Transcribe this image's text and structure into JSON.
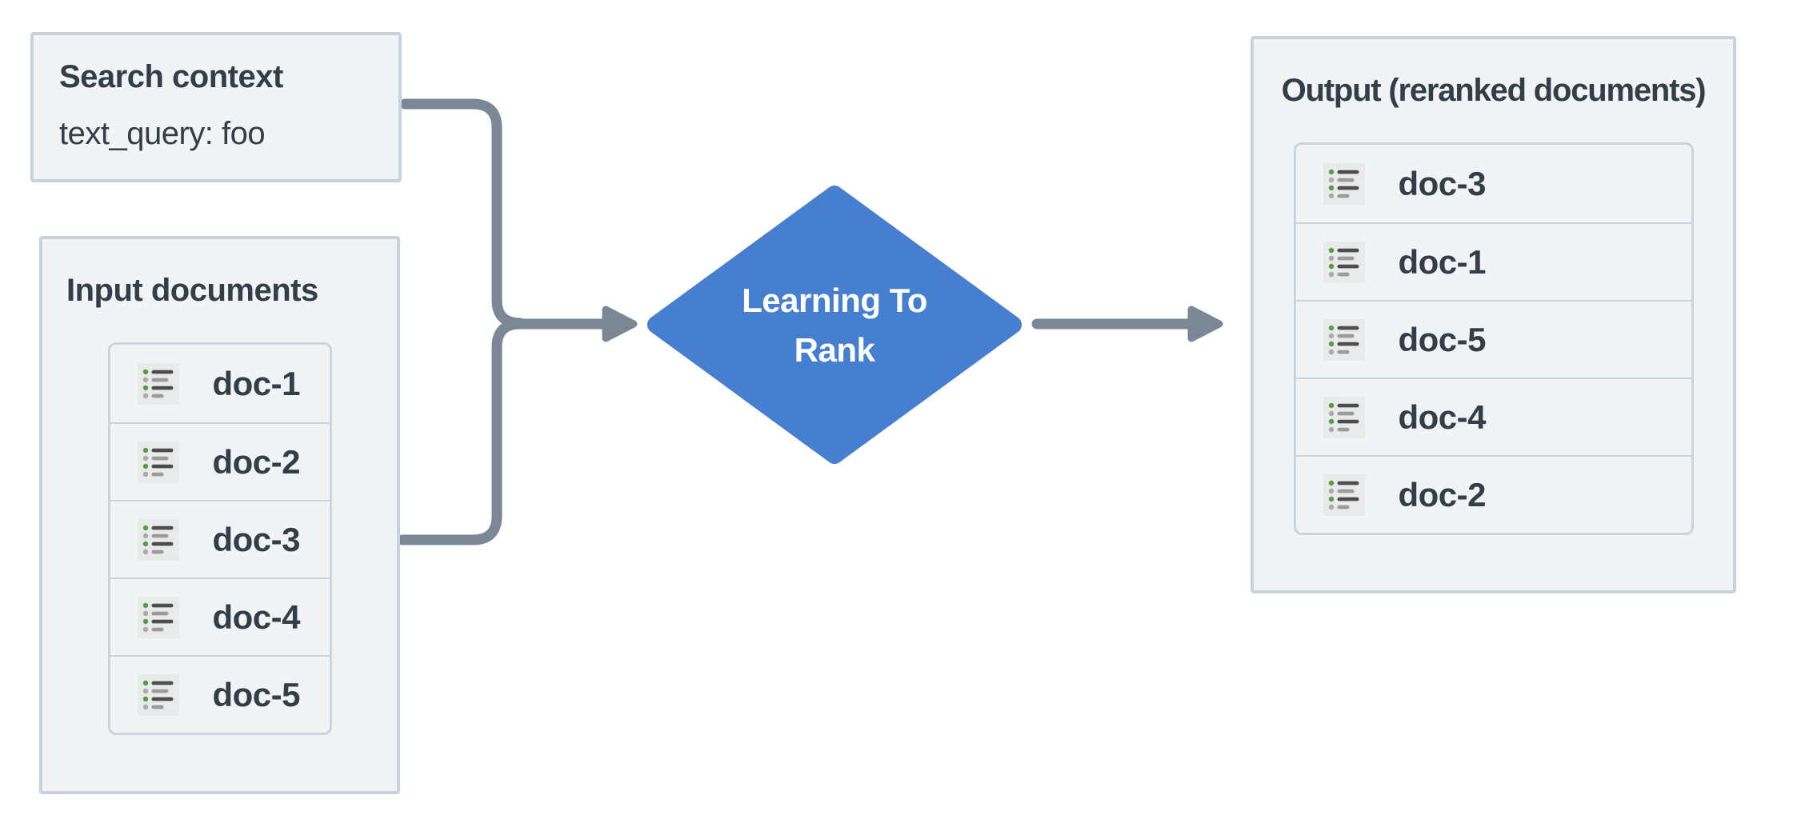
{
  "colors": {
    "diamond-blue": "#477fd0",
    "connector-gray": "#7b8794",
    "panel-bg": "#f1f3f5",
    "panel-border": "#c8d2da",
    "list-border": "#c9d4dd",
    "text-dark": "#333e48",
    "icon-bg": "#e9eaea",
    "icon-green": "#55a13f",
    "icon-gray": "#ababab",
    "icon-line-dark": "#4d4d4d",
    "icon-line-gray": "#9b9b9b"
  },
  "icons": {
    "doc_row_icon": "document-list-icon"
  },
  "search_panel": {
    "title": "Search context",
    "query": "text_query: foo"
  },
  "input_panel": {
    "title": "Input documents",
    "docs": [
      "doc-1",
      "doc-2",
      "doc-3",
      "doc-4",
      "doc-5"
    ]
  },
  "process_node": {
    "label": "Learning To\nRank"
  },
  "output_panel": {
    "title": "Output (reranked documents)",
    "docs": [
      "doc-3",
      "doc-1",
      "doc-5",
      "doc-4",
      "doc-2"
    ]
  }
}
